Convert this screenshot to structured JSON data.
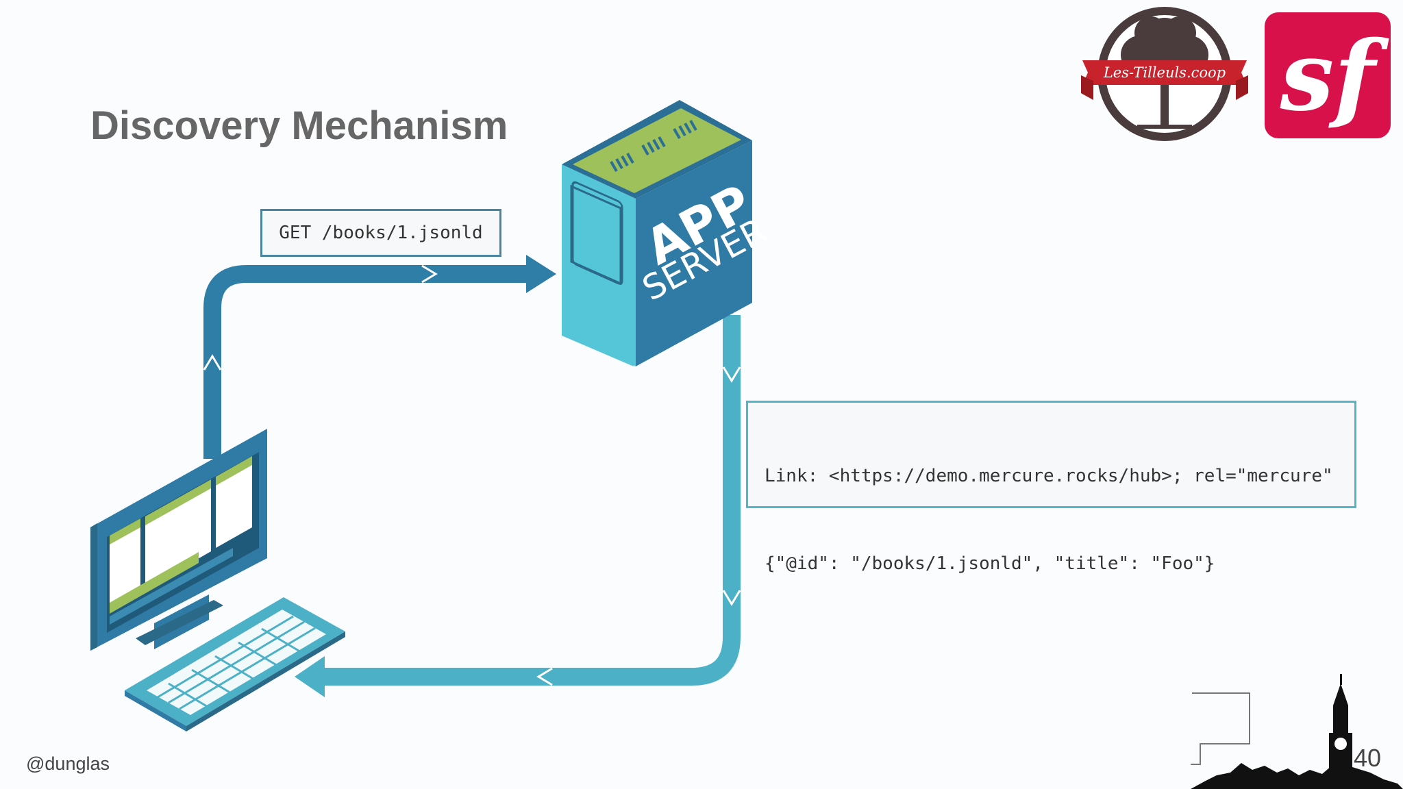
{
  "slide": {
    "title": "Discovery Mechanism",
    "handle": "@dunglas",
    "page_number": "40"
  },
  "request": {
    "line": "GET /books/1.jsonld"
  },
  "response": {
    "header_line": "Link: <https://demo.mercure.rocks/hub>; rel=\"mercure\"",
    "body_line": "{\"@id\": \"/books/1.jsonld\", \"title\": \"Foo\"}"
  },
  "server": {
    "label_line1": "APP",
    "label_line2": "SERVER"
  },
  "logos": {
    "tilleuls_text": "Les-Tilleuls.coop",
    "symfony_text": "sf"
  },
  "icons": [
    "server-icon",
    "desktop-computer-icon",
    "keyboard-icon",
    "arrow-right-icon",
    "arrow-left-icon",
    "city-skyline-icon"
  ],
  "colors": {
    "request_path": "#2e7ea7",
    "response_path": "#4cb0c7",
    "server_front": "#55c6d8",
    "server_side": "#2f7ba6",
    "server_top": "#9ec15b",
    "symfony_red": "#d9114a",
    "tilleuls_red": "#c8232c",
    "title_gray": "#666666"
  }
}
